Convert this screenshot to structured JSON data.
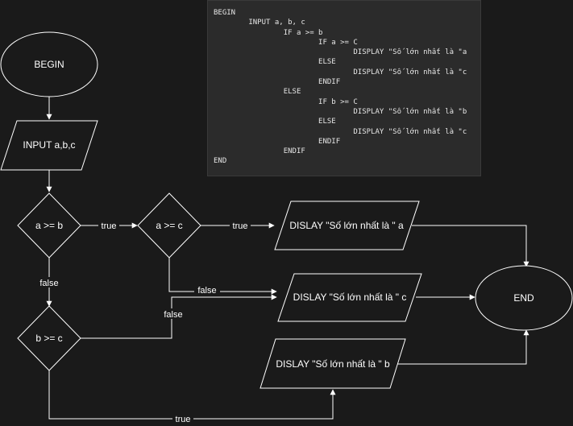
{
  "pseudocode": {
    "lines": [
      "BEGIN",
      "        INPUT a, b, c",
      "                IF a >= b",
      "                        IF a >= C",
      "                                DISPLAY \"Số lớn nhất là \"a",
      "                        ELSE",
      "                                DISPLAY \"Số lớn nhất là \"c",
      "                        ENDIF",
      "                ELSE",
      "                        IF b >= C",
      "                                DISPLAY \"Số lớn nhất là \"b",
      "                        ELSE",
      "                                DISPLAY \"Số lớn nhất là \"c",
      "                        ENDIF",
      "                ENDIF",
      "END"
    ]
  },
  "flowchart": {
    "begin": "BEGIN",
    "input": "INPUT a,b,c",
    "cond_ab": "a >= b",
    "cond_ac": "a >= c",
    "cond_bc": "b >= c",
    "out_a": "DISLAY \"Số lớn nhất là \" a",
    "out_c": "DISLAY \"Số lớn nhất là \" c",
    "out_b": "DISLAY \"Số lớn nhất là \" b",
    "end": "END",
    "edge_labels": {
      "ab_true": "true",
      "ac_true": "true",
      "ab_false": "false",
      "ac_false": "false",
      "bc_false": "false",
      "bc_true": "true"
    }
  },
  "colors": {
    "background": "#1a1a1a",
    "stroke": "#ffffff",
    "panel": "#2b2b2b"
  }
}
